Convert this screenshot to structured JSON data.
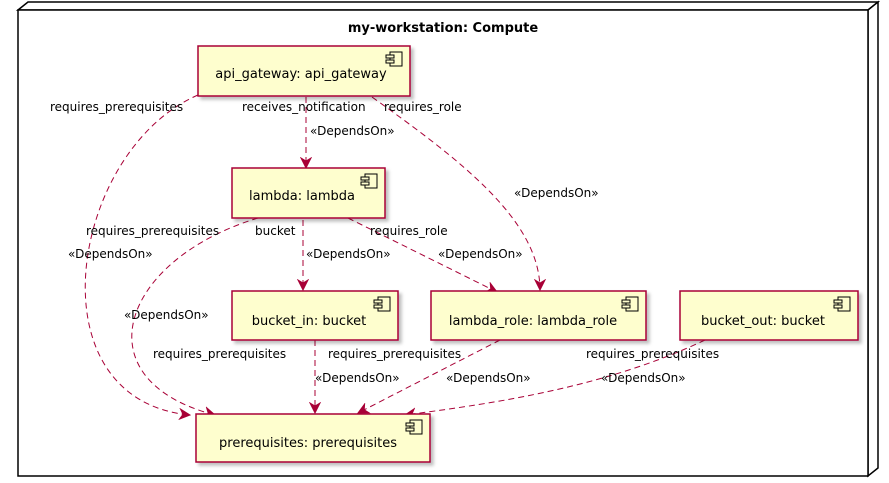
{
  "node": {
    "title": "my-workstation: Compute"
  },
  "components": {
    "api_gateway": "api_gateway: api_gateway",
    "lambda": "lambda: lambda",
    "bucket_in": "bucket_in: bucket",
    "lambda_role": "lambda_role: lambda_role",
    "bucket_out": "bucket_out: bucket",
    "prerequisites": "prerequisites: prerequisites"
  },
  "edges": [
    {
      "id": "apigw-prereq",
      "from": "api_gateway",
      "to": "prerequisites",
      "name": "requires_prerequisites",
      "stereotype": "«DependsOn»"
    },
    {
      "id": "apigw-lambda",
      "from": "api_gateway",
      "to": "lambda",
      "name": "receives_notification",
      "stereotype": "«DependsOn»"
    },
    {
      "id": "apigw-role",
      "from": "api_gateway",
      "to": "lambda_role",
      "name": "requires_role",
      "stereotype": "«DependsOn»"
    },
    {
      "id": "lambda-prereq",
      "from": "lambda",
      "to": "prerequisites",
      "name": "requires_prerequisites",
      "stereotype": "«DependsOn»"
    },
    {
      "id": "lambda-bucket",
      "from": "lambda",
      "to": "bucket_in",
      "name": "bucket",
      "stereotype": "«DependsOn»"
    },
    {
      "id": "lambda-role",
      "from": "lambda",
      "to": "lambda_role",
      "name": "requires_role",
      "stereotype": "«DependsOn»"
    },
    {
      "id": "bucketin-prereq",
      "from": "bucket_in",
      "to": "prerequisites",
      "name": "requires_prerequisites",
      "stereotype": "«DependsOn»"
    },
    {
      "id": "role-prereq",
      "from": "lambda_role",
      "to": "prerequisites",
      "name": "requires_prerequisites",
      "stereotype": "«DependsOn»"
    },
    {
      "id": "bucketout-prereq",
      "from": "bucket_out",
      "to": "prerequisites",
      "name": "requires_prerequisites",
      "stereotype": "«DependsOn»"
    }
  ],
  "colors": {
    "component_fill": "#FEFECE",
    "component_border": "#A80036",
    "edge": "#A80036",
    "frame": "#000000"
  },
  "icons": {
    "component": "uml-component-icon",
    "arrow": "open-arrowhead"
  }
}
